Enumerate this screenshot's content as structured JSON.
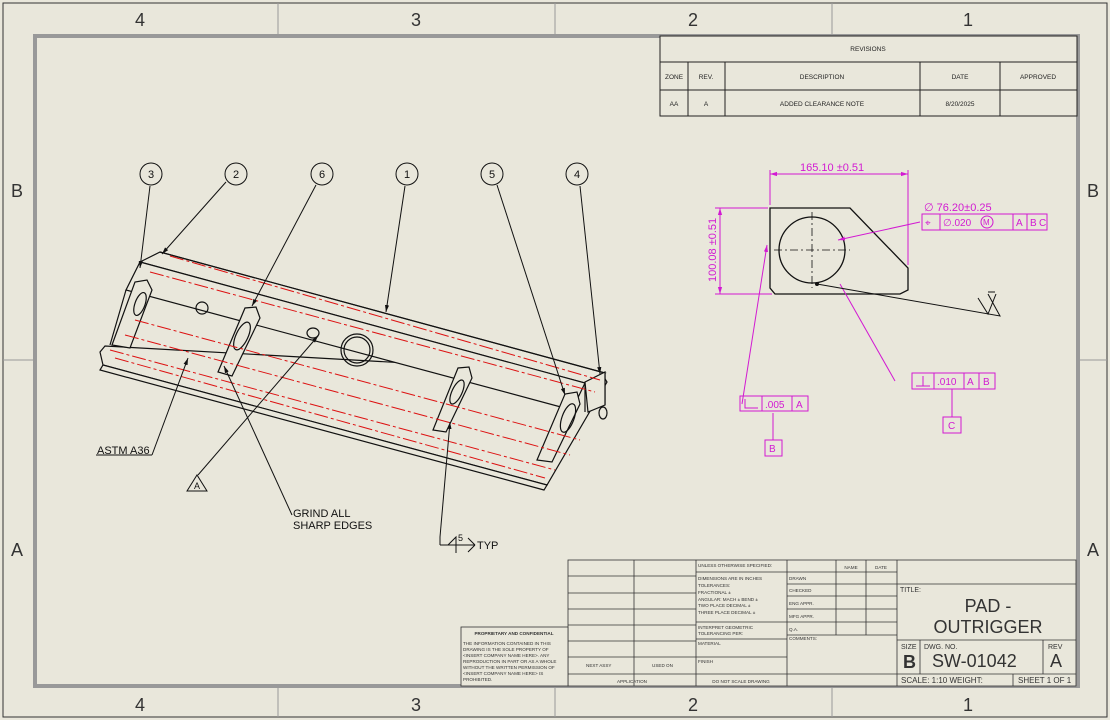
{
  "zone_labels": {
    "columns": [
      "4",
      "3",
      "2",
      "1"
    ],
    "rows": [
      "B",
      "A"
    ]
  },
  "revisions": {
    "title": "REVISIONS",
    "headers": {
      "zone": "ZONE",
      "rev": "REV.",
      "description": "DESCRIPTION",
      "date": "DATE",
      "approved": "APPROVED"
    },
    "row": {
      "zone": "AA",
      "rev": "A",
      "description": "ADDED CLEARANCE NOTE",
      "date": "8/20/2025",
      "approved": ""
    }
  },
  "balloons": [
    "3",
    "2",
    "6",
    "1",
    "5",
    "4"
  ],
  "notes": {
    "material": "ASTM A36",
    "datum_a": "A",
    "grind_line1": "GRIND ALL",
    "grind_line2": "SHARP EDGES",
    "weld_size": "5",
    "weld_typ": "TYP"
  },
  "detail": {
    "width_dim": "165.10 ±0.51",
    "height_dim": "100.08 ±0.51",
    "diameter_dim": "∅ 76.20±0.25",
    "position_fcf": {
      "symbol": "⌖",
      "tol": "∅.020",
      "modifier": "M",
      "datums": [
        "A",
        "B",
        "C"
      ]
    },
    "flatness_fcf": {
      "tol": ".005",
      "datum": "A"
    },
    "datum_b": "B",
    "perp_fcf": {
      "tol": ".010",
      "datums": [
        "A",
        "B"
      ]
    },
    "datum_c": "C"
  },
  "title_block": {
    "proprietary_title": "PROPRIETARY AND CONFIDENTIAL",
    "proprietary_lines": [
      "THE INFORMATION CONTAINED IN THIS",
      "DRAWING IS THE SOLE PROPERTY OF",
      "<INSERT COMPANY NAME HERE>. ANY",
      "REPRODUCTION IN PART OR AS A WHOLE",
      "WITHOUT THE WRITTEN PERMISSION OF",
      "<INSERT COMPANY NAME HERE> IS",
      "PROHIBITED."
    ],
    "next_assy": "NEXT ASSY",
    "used_on": "USED ON",
    "application": "APPLICATION",
    "tolerances_lines": [
      "UNLESS OTHERWISE SPECIFIED:",
      "DIMENSIONS ARE IN INCHES",
      "TOLERANCES:",
      "FRACTIONAL ±",
      "ANGULAR: MACH ±   BEND ±",
      "TWO PLACE DECIMAL   ±",
      "THREE PLACE DECIMAL  ±"
    ],
    "interpret_lines": [
      "INTERPRET GEOMETRIC",
      "TOLERANCING PER:"
    ],
    "material_label": "MATERIAL",
    "finish_label": "FINISH",
    "do_not_scale": "DO NOT SCALE DRAWING",
    "name_header": "NAME",
    "date_header": "DATE",
    "sign_rows": [
      "DRAWN",
      "CHECKED",
      "ENG APPR.",
      "MFG APPR.",
      "Q.A."
    ],
    "comments": "COMMENTS:",
    "title_label": "TITLE:",
    "title_line1": "PAD -",
    "title_line2": "OUTRIGGER",
    "size_label": "SIZE",
    "size": "B",
    "dwg_label": "DWG.  NO.",
    "dwg_no": "SW-01042",
    "rev_label": "REV",
    "rev": "A",
    "scale": "SCALE: 1:10  WEIGHT:",
    "sheet": "SHEET 1 OF 1"
  }
}
